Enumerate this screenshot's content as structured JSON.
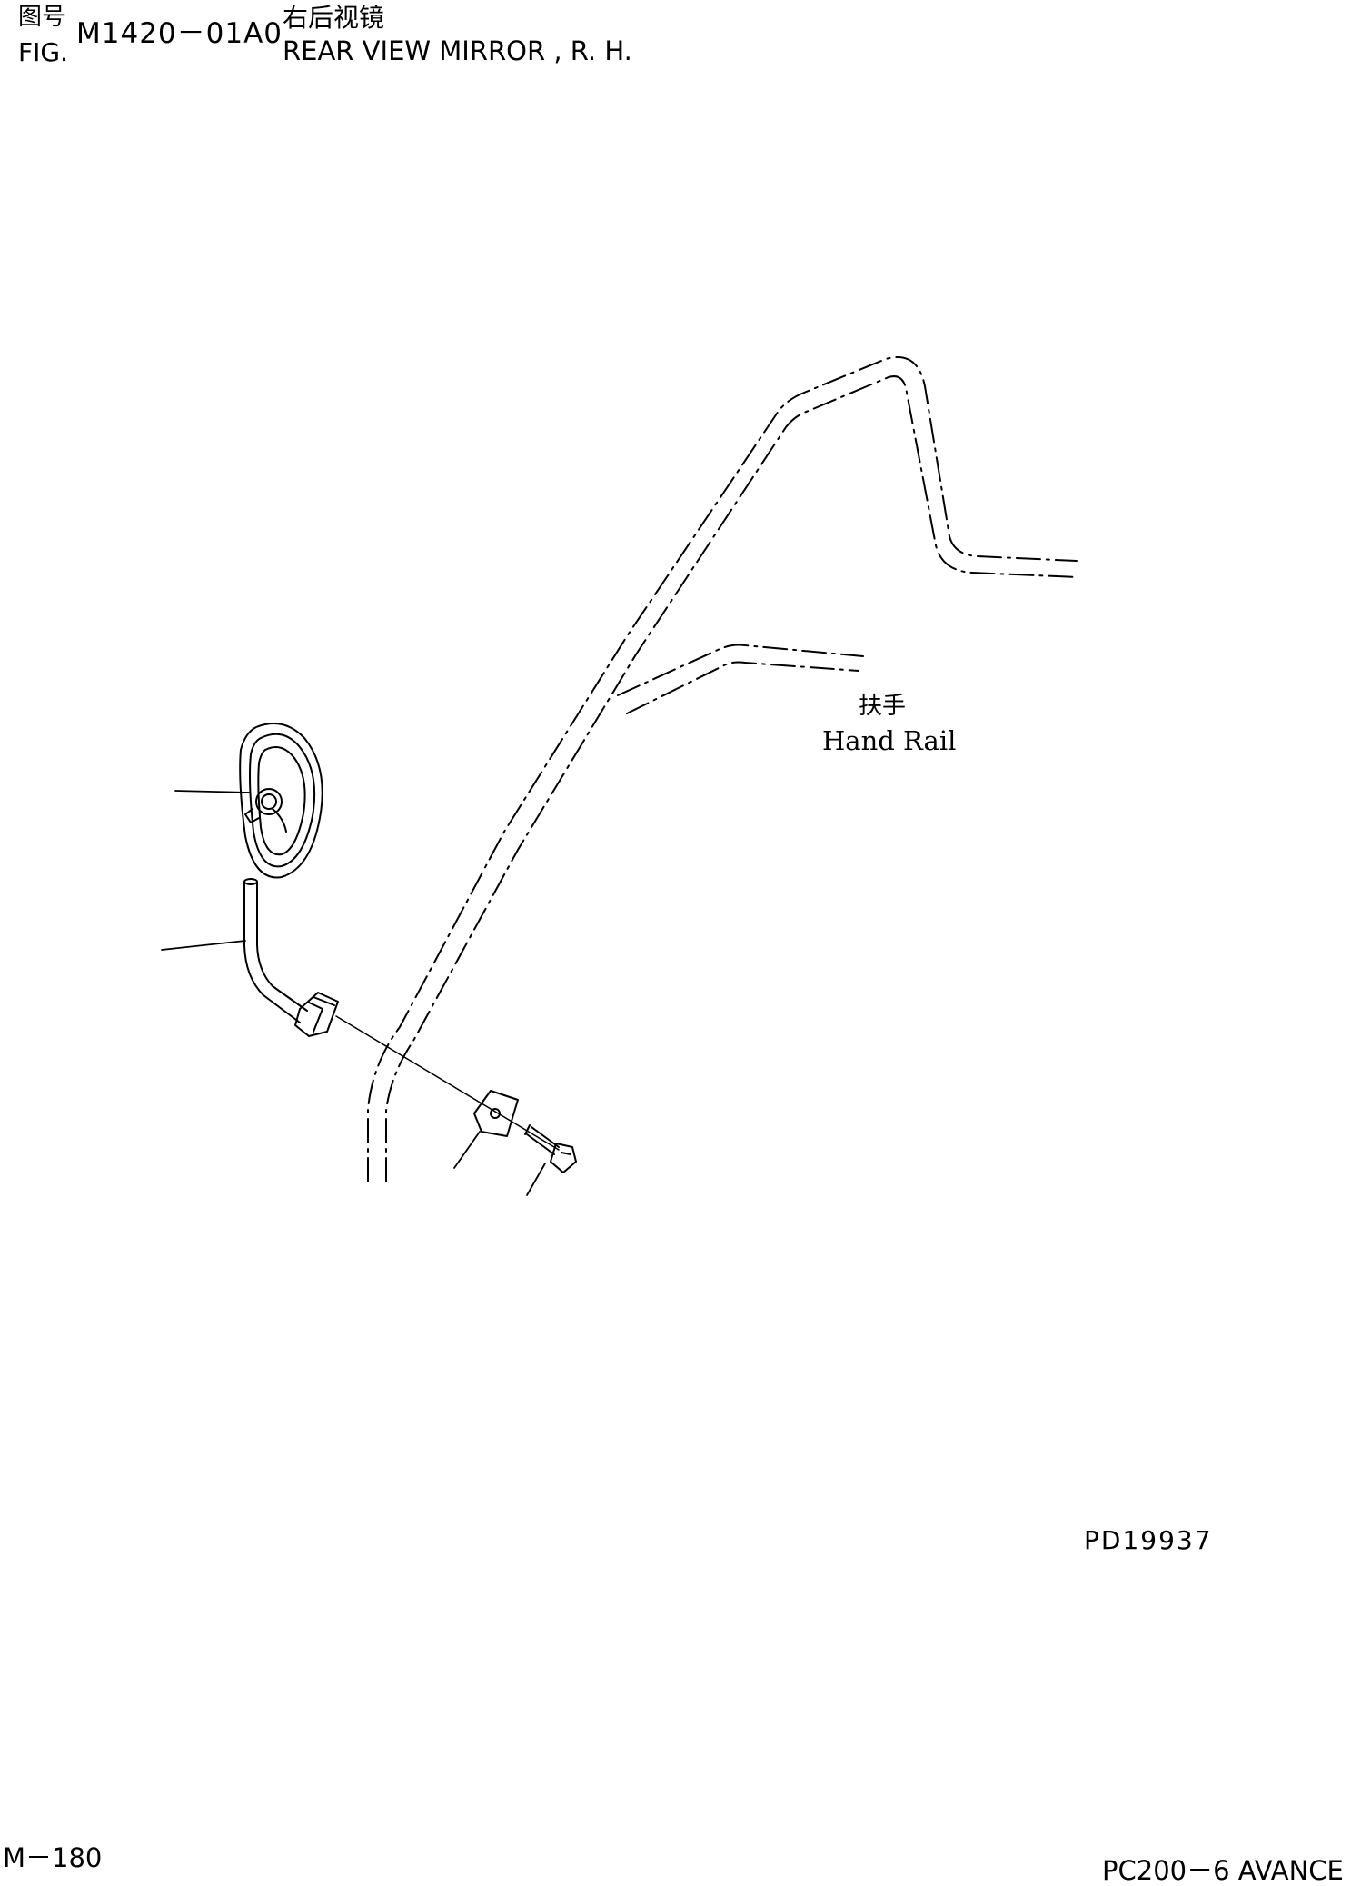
{
  "header": {
    "fig_label_cn": "图号",
    "fig_label_en": "FIG.",
    "fig_number": "M1420－01A0",
    "title_cn": "右后视镜",
    "title_en": "REAR VIEW MIRROR , R. H."
  },
  "labels": {
    "hand_rail_cn": "扶手",
    "hand_rail_en": "Hand Rail"
  },
  "footer": {
    "drawing_number": "PD19937",
    "page_number": "M－180",
    "model": "PC200－6 AVANCE"
  },
  "colors": {
    "line": "#000000",
    "background": "#ffffff"
  }
}
